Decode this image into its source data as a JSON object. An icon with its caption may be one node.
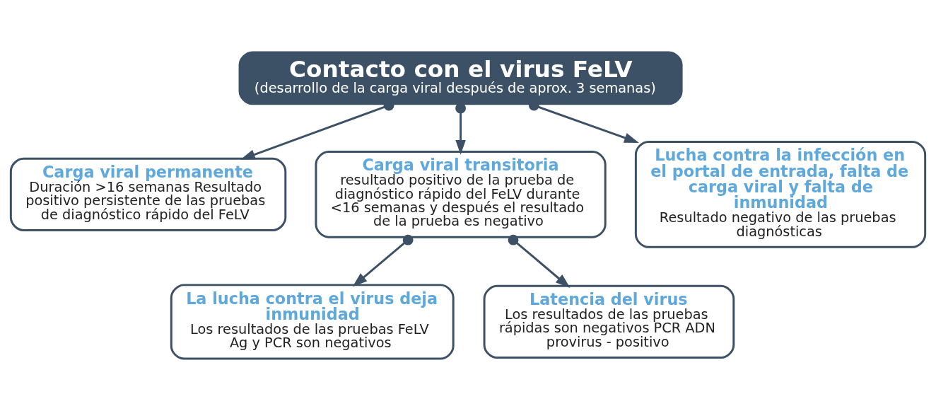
{
  "diagram": {
    "nodes": [
      {
        "text": [
          "Contacto con el virus FeLV",
          "(desarrollo de la carga viral después de aprox. 3 semanas)"
        ]
      },
      {
        "text": [
          "Carga viral permanente",
          "Duración >16 semanas Resultado positivo persistente de las pruebas de diagnóstico rápido del FeLV"
        ]
      },
      {
        "text": [
          "Carga viral transitoria",
          "resultado positivo de la prueba de diagnóstico rápido del FeLV durante <16 semanas y después el resultado de la prueba es negativo"
        ]
      },
      {
        "text": [
          "Lucha contra la infección en el portal de entrada, falta de carga viral y falta de inmunidad",
          "Resultado negativo de las pruebas diagnósticas"
        ]
      },
      {
        "text": [
          "La lucha contra el virus deja inmunidad",
          "Los resultados de las pruebas FeLV Ag y PCR son negativos"
        ]
      },
      {
        "text": [
          "Latencia del virus",
          "Los resultados de las pruebas rápidas son negativos PCR ADN provirus - positivo"
        ]
      }
    ],
    "edges": [
      {
        "from": 0,
        "to": 1,
        "arrow": "to"
      },
      {
        "from": 0,
        "to": 2,
        "arrow": "to"
      },
      {
        "from": 0,
        "to": 3,
        "arrow": "to"
      },
      {
        "from": 2,
        "to": 4,
        "arrow": "to"
      },
      {
        "from": 2,
        "to": 5,
        "arrow": "to"
      }
    ]
  }
}
